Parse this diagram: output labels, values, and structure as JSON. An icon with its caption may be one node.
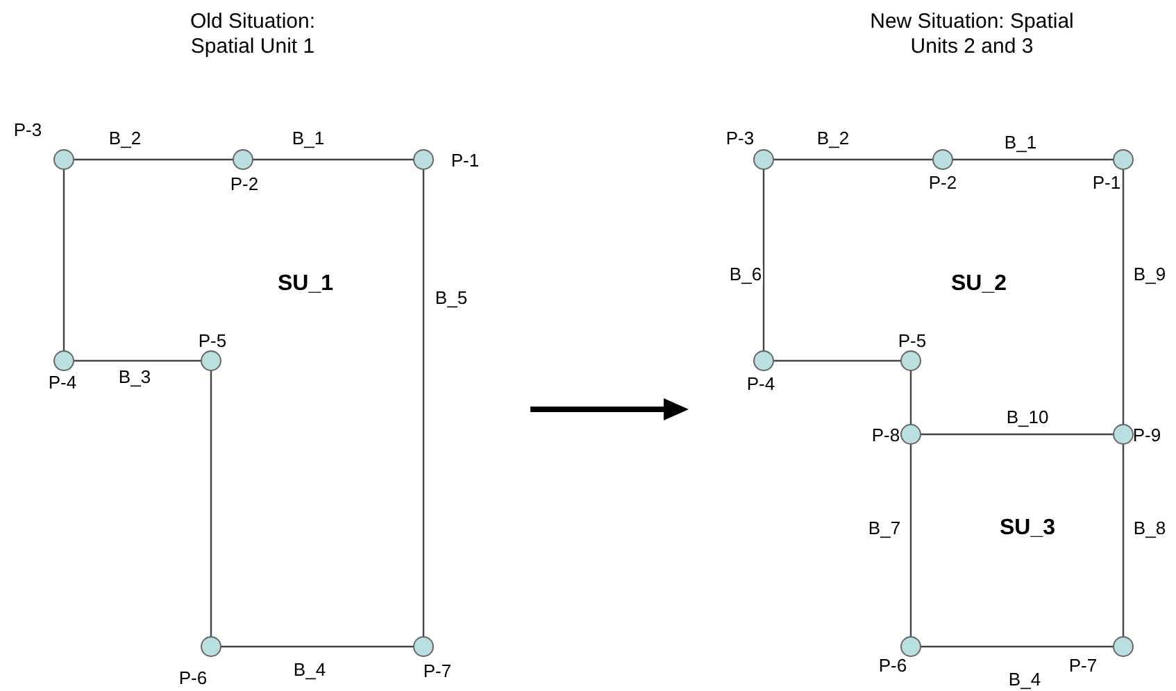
{
  "diagram": {
    "nodes": [
      {
        "text": [],
        "shape": "circle",
        "beside": [
          "P-3"
        ]
      },
      {
        "text": [],
        "shape": "circle",
        "beside": [
          "P-2"
        ]
      },
      {
        "text": [],
        "shape": "circle",
        "beside": [
          "P-1"
        ]
      },
      {
        "text": [],
        "shape": "circle",
        "beside": [
          "P-4"
        ]
      },
      {
        "text": [],
        "shape": "circle",
        "beside": [
          "P-5"
        ]
      },
      {
        "text": [],
        "shape": "circle",
        "beside": [
          "P-6"
        ]
      },
      {
        "text": [],
        "shape": "circle",
        "beside": [
          "P-7"
        ]
      },
      {
        "text": [],
        "shape": "circle",
        "beside": [
          "P-3"
        ]
      },
      {
        "text": [],
        "shape": "circle",
        "beside": [
          "P-2"
        ]
      },
      {
        "text": [],
        "shape": "circle",
        "beside": [
          "P-1"
        ]
      },
      {
        "text": [],
        "shape": "circle",
        "beside": [
          "P-4"
        ]
      },
      {
        "text": [],
        "shape": "circle",
        "beside": [
          "P-5"
        ]
      },
      {
        "text": [],
        "shape": "circle",
        "beside": [
          "P-8"
        ]
      },
      {
        "text": [],
        "shape": "circle",
        "beside": [
          "P-9"
        ]
      },
      {
        "text": [],
        "shape": "circle",
        "beside": [
          "P-6"
        ]
      },
      {
        "text": [],
        "shape": "circle",
        "beside": [
          "P-7"
        ]
      }
    ],
    "edges": [
      {
        "from": 0,
        "to": 1,
        "arrow": "none",
        "label": "B_2"
      },
      {
        "from": 1,
        "to": 2,
        "arrow": "none",
        "label": "B_1"
      },
      {
        "from": 0,
        "to": 3,
        "arrow": "none"
      },
      {
        "from": 3,
        "to": 4,
        "arrow": "none",
        "label": "B_3"
      },
      {
        "from": 4,
        "to": 5,
        "arrow": "none"
      },
      {
        "from": 2,
        "to": 6,
        "arrow": "none",
        "label": "B_5"
      },
      {
        "from": 5,
        "to": 6,
        "arrow": "none",
        "label": "B_4"
      },
      {
        "from": 7,
        "to": 8,
        "arrow": "none",
        "label": "B_2"
      },
      {
        "from": 8,
        "to": 9,
        "arrow": "none",
        "label": "B_1"
      },
      {
        "from": 7,
        "to": 10,
        "arrow": "none",
        "label": "B_6"
      },
      {
        "from": 10,
        "to": 11,
        "arrow": "none"
      },
      {
        "from": 11,
        "to": 12,
        "arrow": "none"
      },
      {
        "from": 9,
        "to": 13,
        "arrow": "none",
        "label": "B_9"
      },
      {
        "from": 12,
        "to": 13,
        "arrow": "none",
        "label": "B_10"
      },
      {
        "from": 12,
        "to": 14,
        "arrow": "none",
        "label": "B_7"
      },
      {
        "from": 13,
        "to": 15,
        "arrow": "none",
        "label": "B_8"
      },
      {
        "from": 14,
        "to": 15,
        "arrow": "none",
        "label": "B_4"
      }
    ],
    "labels": [
      "Old Situation: Spatial Unit 1",
      "New Situation: Spatial Units 2 and 3",
      "SU_1",
      "SU_2",
      "SU_3"
    ]
  }
}
